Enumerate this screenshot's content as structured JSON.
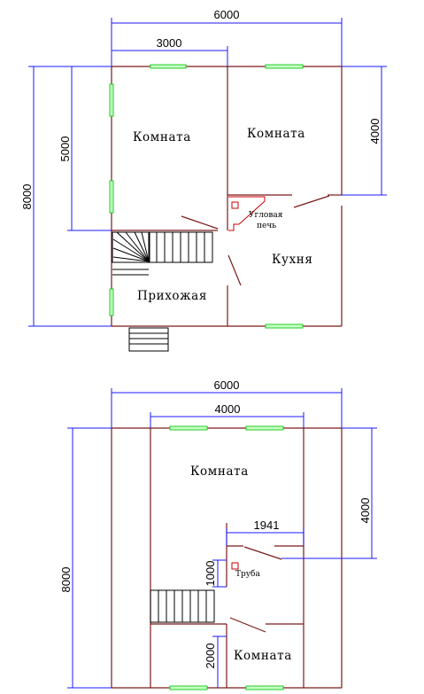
{
  "floor1": {
    "dims": {
      "width": "6000",
      "half": "3000",
      "height": "8000",
      "room": "5000",
      "right": "4000"
    },
    "labels": {
      "room_left": "Комната",
      "room_right": "Комната",
      "stove_1": "Угловая",
      "stove_2": "печь",
      "kitchen": "Кухня",
      "hall": "Прихожая"
    }
  },
  "floor2": {
    "dims": {
      "width": "6000",
      "inner": "4000",
      "height": "8000",
      "right": "4000",
      "stair_w": "1941",
      "gap": "1000",
      "bottom": "2000"
    },
    "labels": {
      "room_top": "Комната",
      "pipe": "Труба",
      "room_bottom": "Комната"
    }
  }
}
